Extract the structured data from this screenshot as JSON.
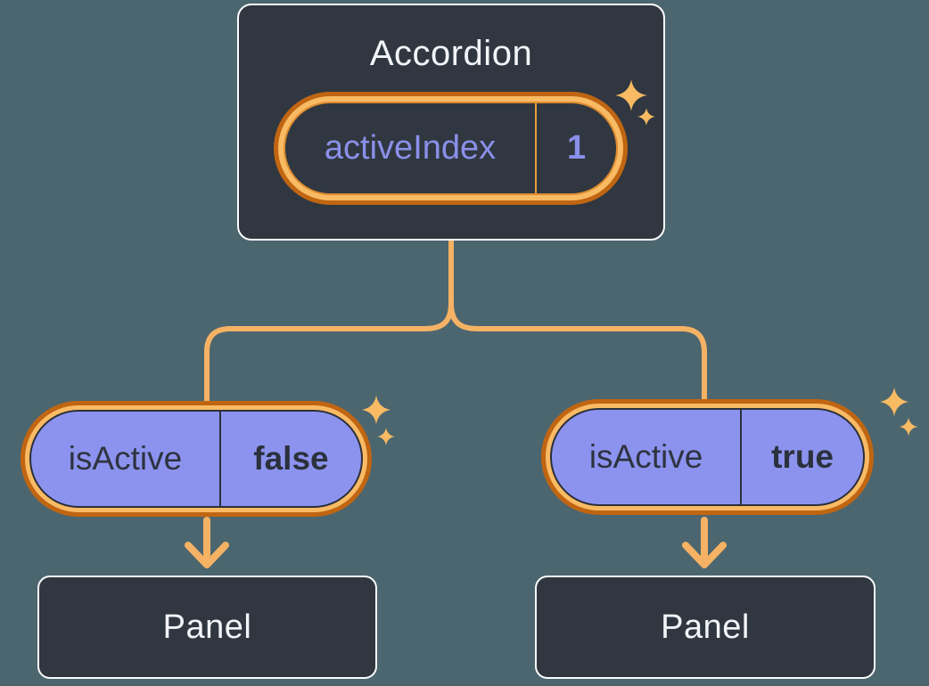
{
  "diagram": {
    "description": "Accordion component tree diagram with lifted state",
    "accordion": {
      "title": "Accordion",
      "state_pill": {
        "label": "activeIndex",
        "value": "1"
      }
    },
    "children": [
      {
        "pill": {
          "label": "isActive",
          "value": "false"
        },
        "panel_label": "Panel"
      },
      {
        "pill": {
          "label": "isActive",
          "value": "true"
        },
        "panel_label": "Panel"
      }
    ]
  },
  "icons": {
    "sparkle": "four-point-star-sparkle"
  },
  "colors": {
    "background": "#4C666F",
    "node_background": "#303740",
    "node_border": "#FBFBFD",
    "orange_light": "#F9BA64",
    "orange_dark": "#C06512",
    "connector_orange": "#F5B264",
    "sparkle_orange": "#F8BB63",
    "purple_fill": "#8C93EF",
    "purple_text": "#8A90E9",
    "dark_text": "#2E3440",
    "white_text": "#F2F4F8"
  }
}
